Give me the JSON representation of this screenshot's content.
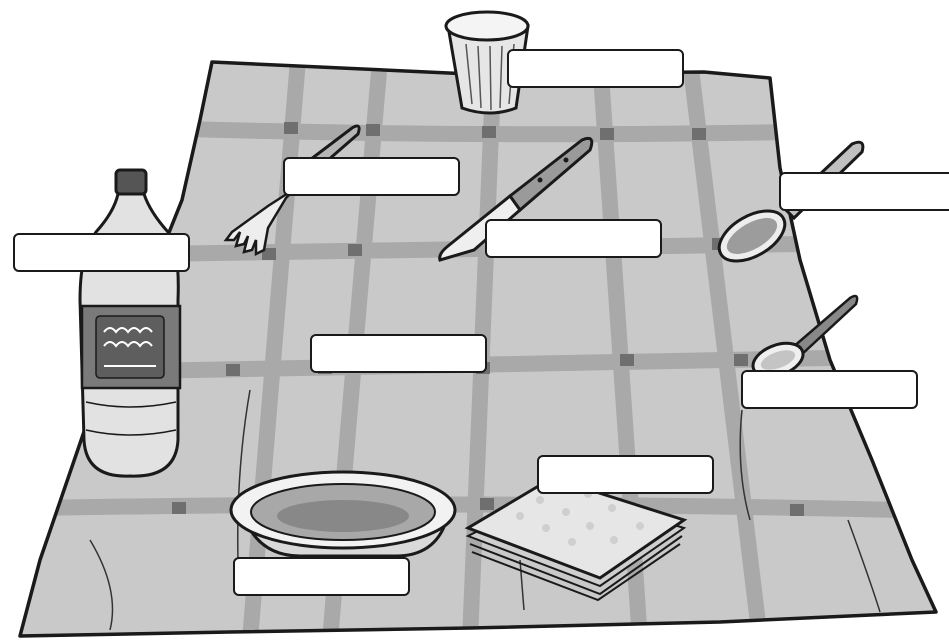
{
  "worksheet": {
    "subject": "picnic-table-setting",
    "items": [
      {
        "id": "cup",
        "icon": "cup-icon",
        "answer": ""
      },
      {
        "id": "fork",
        "icon": "fork-icon",
        "answer": ""
      },
      {
        "id": "knife",
        "icon": "knife-icon",
        "answer": ""
      },
      {
        "id": "tablespoon",
        "icon": "spoon-icon",
        "answer": ""
      },
      {
        "id": "water-bottle",
        "icon": "bottle-icon",
        "answer": ""
      },
      {
        "id": "tablecloth",
        "icon": "tablecloth-icon",
        "answer": ""
      },
      {
        "id": "teaspoon",
        "icon": "teaspoon-icon",
        "answer": ""
      },
      {
        "id": "napkins",
        "icon": "napkins-icon",
        "answer": ""
      },
      {
        "id": "bowl",
        "icon": "bowl-icon",
        "answer": ""
      }
    ]
  },
  "colors": {
    "outline": "#1a1a1a",
    "cloth_base": "#c9c9c9",
    "cloth_stripe": "#a9a9a9",
    "cloth_cross": "#6f6f6f",
    "label_fill": "#ffffff"
  }
}
